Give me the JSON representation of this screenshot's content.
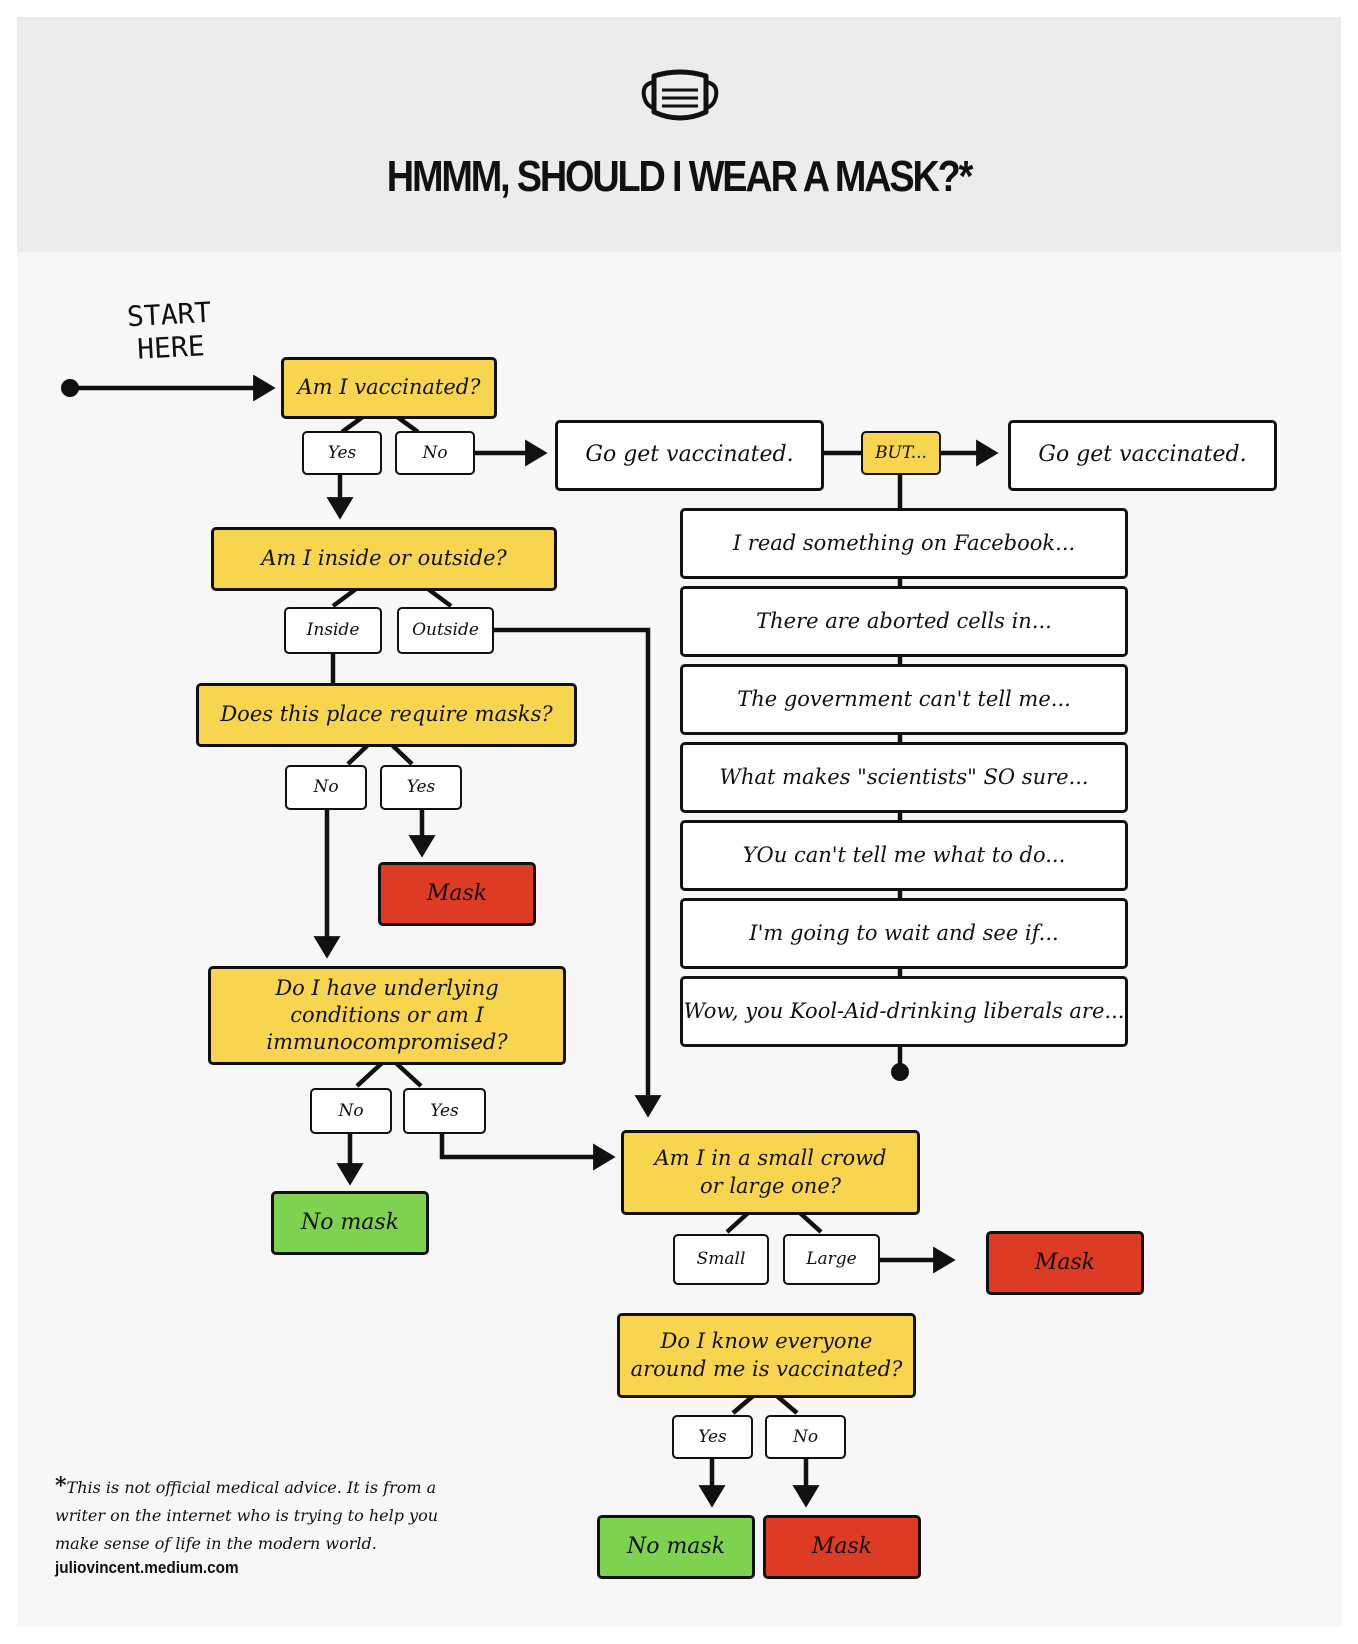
{
  "header": {
    "title": "HMMM, SHOULD I WEAR A MASK?*",
    "icon": "face-mask-icon"
  },
  "start_label": "START HERE",
  "questions": {
    "vaccinated": "Am I vaccinated?",
    "inside_outside": "Am I inside or outside?",
    "place_requires": "Does this place require masks?",
    "underlying": "Do I have underlying conditions or am I immunocompromised?",
    "crowd": "Am I in a small crowd or large one?",
    "know_everyone": "Do I know everyone around me is vaccinated?"
  },
  "answers": {
    "yes": "Yes",
    "no": "No",
    "inside": "Inside",
    "outside": "Outside",
    "small": "Small",
    "large": "Large"
  },
  "outcomes": {
    "go_vaccinated": "Go get vaccinated.",
    "but": "BUT...",
    "mask": "Mask",
    "no_mask": "No mask"
  },
  "excuses": [
    "I read something on Facebook...",
    "There are aborted cells in...",
    "The government can't tell me...",
    "What makes \"scientists\" SO sure...",
    "YOu can't tell me what to do...",
    "I'm going to wait and see if...",
    "Wow, you Kool-Aid-drinking liberals are..."
  ],
  "footnote": {
    "star": "*",
    "text": "This is not official medical advice. It is from a writer on the internet who is trying to help you make sense of life in the modern world.",
    "website": "juliovincent.medium.com"
  },
  "colors": {
    "question": "#f8d54e",
    "mask": "#de3b25",
    "no_mask": "#7fd24f",
    "header_bg": "#ececec",
    "panel_bg": "#f7f7f7"
  }
}
